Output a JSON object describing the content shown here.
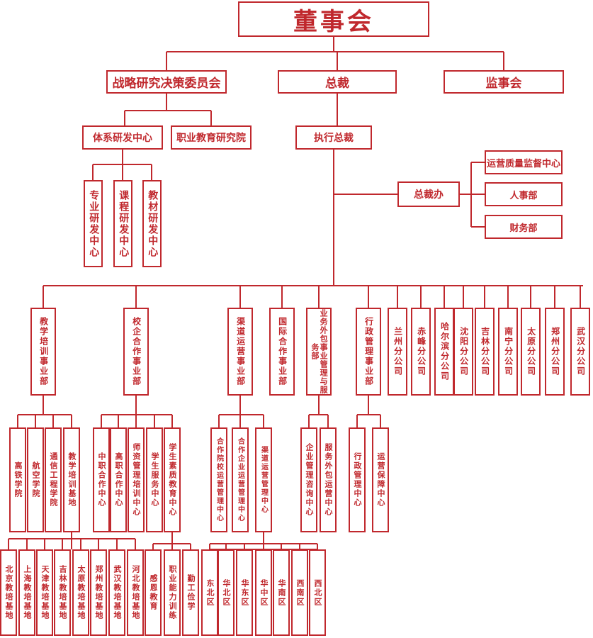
{
  "org_chart": {
    "board": "董事会",
    "strategy_committee": "战略研究决策委员会",
    "president": "总裁",
    "supervisors": "监事会",
    "system_rd_center": "体系研发中心",
    "vocational_institute": "职业教育研究院",
    "executive_president": "执行总裁",
    "rd_centers": [
      "专业研发中心",
      "课程研发中心",
      "教材研发中心"
    ],
    "president_office": "总裁办",
    "office_departments": [
      "运营质量监督中心",
      "人事部",
      "财务部"
    ],
    "divisions": [
      "教学培训事业部",
      "校企合作事业部",
      "渠道运营事业部",
      "国际合作事业部",
      "业务外包事业管理与服务部",
      "行政管理事业部"
    ],
    "branches": [
      "兰州分公司",
      "赤峰分公司",
      "哈尔滨分公司",
      "沈阳分公司",
      "吉林分公司",
      "南宁分公司",
      "太原分公司",
      "郑州分公司",
      "武汉分公司"
    ],
    "teaching_units": [
      "高铁学院",
      "航空学院",
      "通信工程学院",
      "教学培训基地"
    ],
    "school_enterprise_units": [
      "中职合作中心",
      "高职合作中心",
      "师资管理培训中心",
      "学生服务中心",
      "学生素质教育中心"
    ],
    "channel_units": [
      "合作院校运营管理中心",
      "合作企业运营管理中心",
      "渠道运营管理中心"
    ],
    "outsourcing_units": [
      "企业管理咨询中心",
      "服务外包运营中心"
    ],
    "admin_units": [
      "行政管理中心",
      "运营保障中心"
    ],
    "training_bases": [
      "北京教培基地",
      "上海教培基地",
      "天津教培基地",
      "吉林教培基地",
      "太原教培基地",
      "郑州教培基地",
      "武汉教培基地",
      "河北教培基地"
    ],
    "quality_programs": [
      "感恩教育",
      "职业能力训练",
      "勤工俭学"
    ],
    "regions": [
      "东北区",
      "华北区",
      "华东区",
      "华中区",
      "华南区",
      "西南区",
      "西北区"
    ]
  },
  "colors": {
    "line": "#c0282d",
    "text": "#c0282d"
  }
}
